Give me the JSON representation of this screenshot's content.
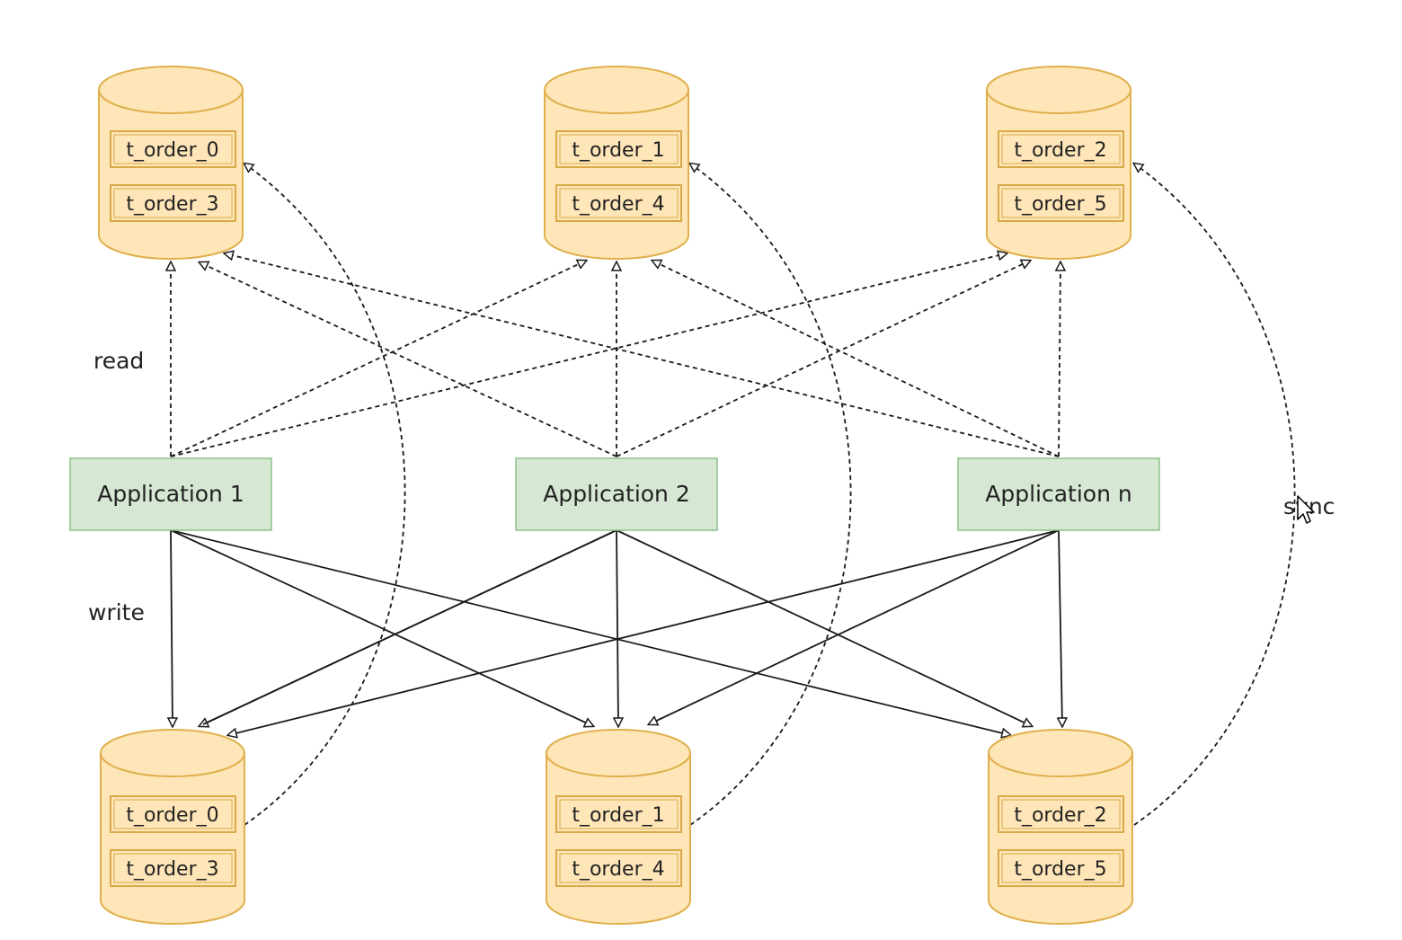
{
  "read_dbs": [
    {
      "tables": [
        "t_order_0",
        "t_order_3"
      ]
    },
    {
      "tables": [
        "t_order_1",
        "t_order_4"
      ]
    },
    {
      "tables": [
        "t_order_2",
        "t_order_5"
      ]
    }
  ],
  "write_dbs": [
    {
      "tables": [
        "t_order_0",
        "t_order_3"
      ]
    },
    {
      "tables": [
        "t_order_1",
        "t_order_4"
      ]
    },
    {
      "tables": [
        "t_order_2",
        "t_order_5"
      ]
    }
  ],
  "applications": [
    "Application 1",
    "Application 2",
    "Application n"
  ],
  "labels": {
    "read": "read",
    "write": "write",
    "sync": "sync"
  },
  "colors": {
    "db_fill": "#ffe6b8",
    "db_stroke": "#dfb04d",
    "app_fill": "#d6e8d4",
    "app_stroke": "#8fbf8a",
    "edge": "#1a1a1a"
  }
}
